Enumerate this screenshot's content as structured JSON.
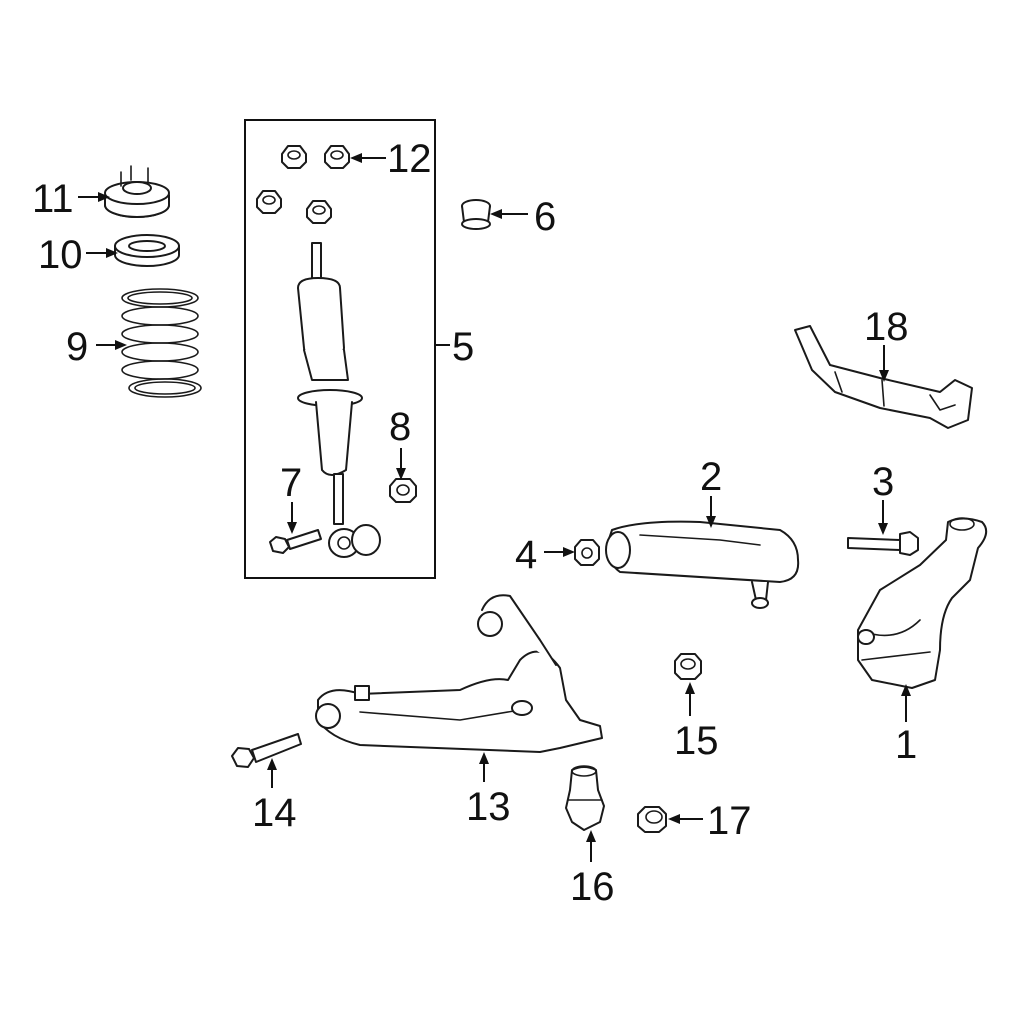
{
  "callouts": {
    "c1": "1",
    "c2": "2",
    "c3": "3",
    "c4": "4",
    "c5": "5",
    "c6": "6",
    "c7": "7",
    "c8": "8",
    "c9": "9",
    "c10": "10",
    "c11": "11",
    "c12": "12",
    "c13": "13",
    "c14": "14",
    "c15": "15",
    "c16": "16",
    "c17": "17",
    "c18": "18"
  },
  "colors": {
    "line": "#111111",
    "background": "#ffffff"
  }
}
